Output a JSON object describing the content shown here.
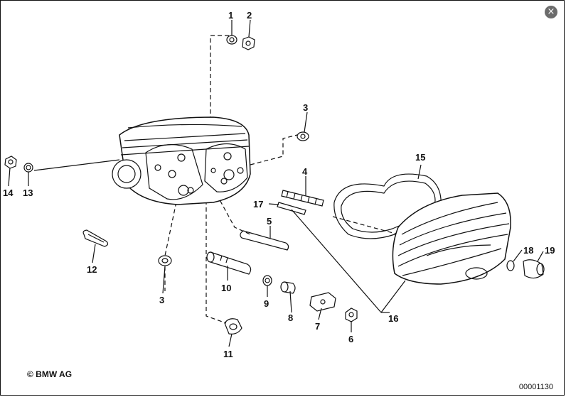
{
  "diagram": {
    "callouts": {
      "c1": "1",
      "c2": "2",
      "c3a": "3",
      "c3b": "3",
      "c4": "4",
      "c5": "5",
      "c6": "6",
      "c7": "7",
      "c8": "8",
      "c9": "9",
      "c10": "10",
      "c11": "11",
      "c12": "12",
      "c13": "13",
      "c14": "14",
      "c15": "15",
      "c16": "16",
      "c17": "17",
      "c18": "18",
      "c19": "19"
    },
    "copyright": "© BMW AG",
    "diagram_code": "00001130",
    "close_icon": "×"
  }
}
